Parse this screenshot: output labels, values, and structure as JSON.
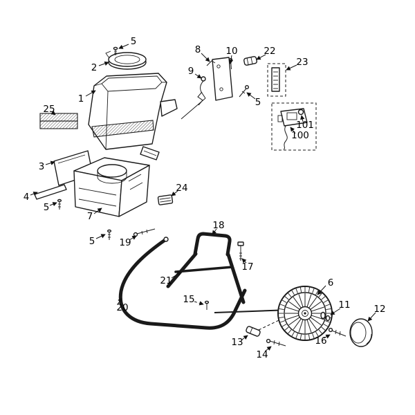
{
  "page": {
    "background": "#ffffff",
    "line_color": "#1a1a1a"
  },
  "diagram": {
    "kind": "exploded-parts-diagram",
    "callouts": [
      {
        "label": "5"
      },
      {
        "label": "2"
      },
      {
        "label": "8"
      },
      {
        "label": "10"
      },
      {
        "label": "22"
      },
      {
        "label": "23"
      },
      {
        "label": "9"
      },
      {
        "label": "1"
      },
      {
        "label": "5"
      },
      {
        "label": "25"
      },
      {
        "label": "101"
      },
      {
        "label": "100"
      },
      {
        "label": "3"
      },
      {
        "label": "4"
      },
      {
        "label": "5"
      },
      {
        "label": "7"
      },
      {
        "label": "24"
      },
      {
        "label": "5"
      },
      {
        "label": "19"
      },
      {
        "label": "18"
      },
      {
        "label": "17"
      },
      {
        "label": "21"
      },
      {
        "label": "15"
      },
      {
        "label": "20"
      },
      {
        "label": "6"
      },
      {
        "label": "11"
      },
      {
        "label": "12"
      },
      {
        "label": "13"
      },
      {
        "label": "14"
      },
      {
        "label": "16"
      }
    ]
  }
}
